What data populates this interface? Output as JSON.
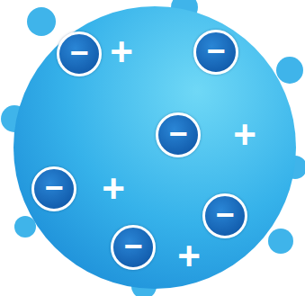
{
  "diagram": {
    "nodes": [
      {
        "text": [
          "+",
          "+",
          "+",
          "+"
        ]
      },
      {
        "text": [
          "−"
        ],
        "in": 0
      },
      {
        "text": [
          "−"
        ],
        "in": 0
      },
      {
        "text": [
          "−"
        ],
        "in": 0
      },
      {
        "text": [
          "−"
        ],
        "in": 0
      },
      {
        "text": [
          "−"
        ],
        "in": 0
      },
      {
        "text": [
          "−"
        ],
        "in": 0
      }
    ]
  }
}
